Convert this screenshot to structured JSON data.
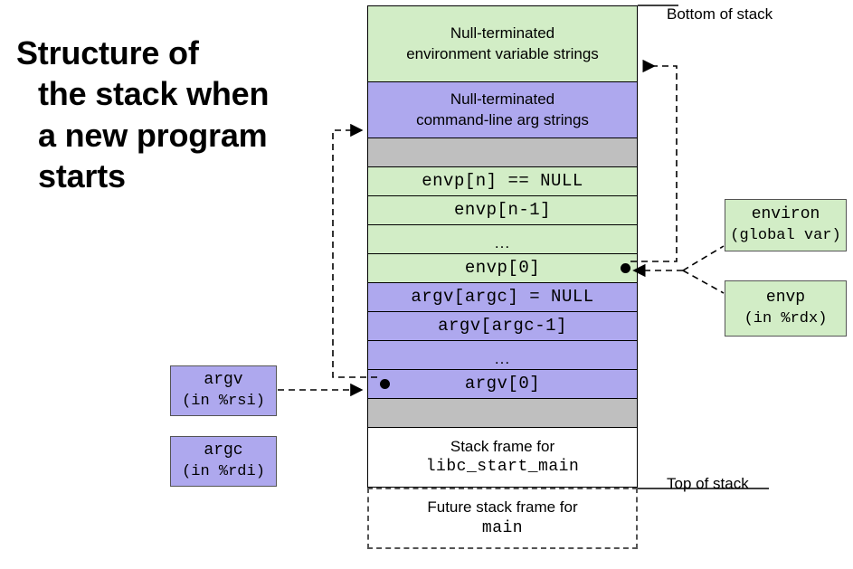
{
  "title": {
    "lines": [
      "Structure of",
      "the stack when",
      "a new program",
      "starts"
    ]
  },
  "labels": {
    "bottom_of_stack": "Bottom of stack",
    "top_of_stack": "Top of stack"
  },
  "stack": {
    "segments": [
      {
        "id": "env-strings",
        "line1": "Null-terminated",
        "line2": "environment variable strings",
        "color": "#d2edc6",
        "font": "sans"
      },
      {
        "id": "arg-strings",
        "line1": "Null-terminated",
        "line2": "command-line arg strings",
        "color": "#aea8ee",
        "font": "sans"
      },
      {
        "id": "gap-top",
        "line1": "",
        "line2": "",
        "color": "#bfbfbf",
        "font": "sans"
      },
      {
        "id": "envp-null",
        "line1": "envp[n] == NULL",
        "line2": "",
        "color": "#d2edc6",
        "font": "mono"
      },
      {
        "id": "envp-n1",
        "line1": "envp[n-1]",
        "line2": "",
        "color": "#d2edc6",
        "font": "mono"
      },
      {
        "id": "envp-dots",
        "line1": "...",
        "line2": "",
        "color": "#d2edc6",
        "font": "sans"
      },
      {
        "id": "envp-0",
        "line1": "envp[0]",
        "line2": "",
        "color": "#d2edc6",
        "font": "mono"
      },
      {
        "id": "argv-null",
        "line1": "argv[argc] = NULL",
        "line2": "",
        "color": "#aea8ee",
        "font": "mono"
      },
      {
        "id": "argv-n1",
        "line1": "argv[argc-1]",
        "line2": "",
        "color": "#aea8ee",
        "font": "mono"
      },
      {
        "id": "argv-dots",
        "line1": "...",
        "line2": "",
        "color": "#aea8ee",
        "font": "sans"
      },
      {
        "id": "argv-0",
        "line1": "argv[0]",
        "line2": "",
        "color": "#aea8ee",
        "font": "mono"
      },
      {
        "id": "gap-bottom",
        "line1": "",
        "line2": "",
        "color": "#bfbfbf",
        "font": "sans"
      },
      {
        "id": "libc-frame",
        "line1": "Stack frame for",
        "line2": "libc_start_main",
        "color": "#ffffff",
        "font": "mixed"
      },
      {
        "id": "main-frame",
        "line1": "Future stack frame for",
        "line2": "main",
        "color": "#ffffff",
        "font": "mixed"
      }
    ]
  },
  "side_boxes": {
    "environ": {
      "line1": "environ",
      "line2": "(global var)",
      "color": "#d2edc6"
    },
    "envp": {
      "line1": "envp",
      "line2": "(in %rdx)",
      "color": "#d2edc6"
    },
    "argv": {
      "line1": "argv",
      "line2": "(in %rsi)",
      "color": "#aea8ee"
    },
    "argc": {
      "line1": "argc",
      "line2": "(in %rdi)",
      "color": "#aea8ee"
    }
  },
  "colors": {
    "green": "#d2edc6",
    "purple": "#aea8ee",
    "gray": "#bfbfbf",
    "outline": "#000000",
    "dashed": "#333333"
  }
}
